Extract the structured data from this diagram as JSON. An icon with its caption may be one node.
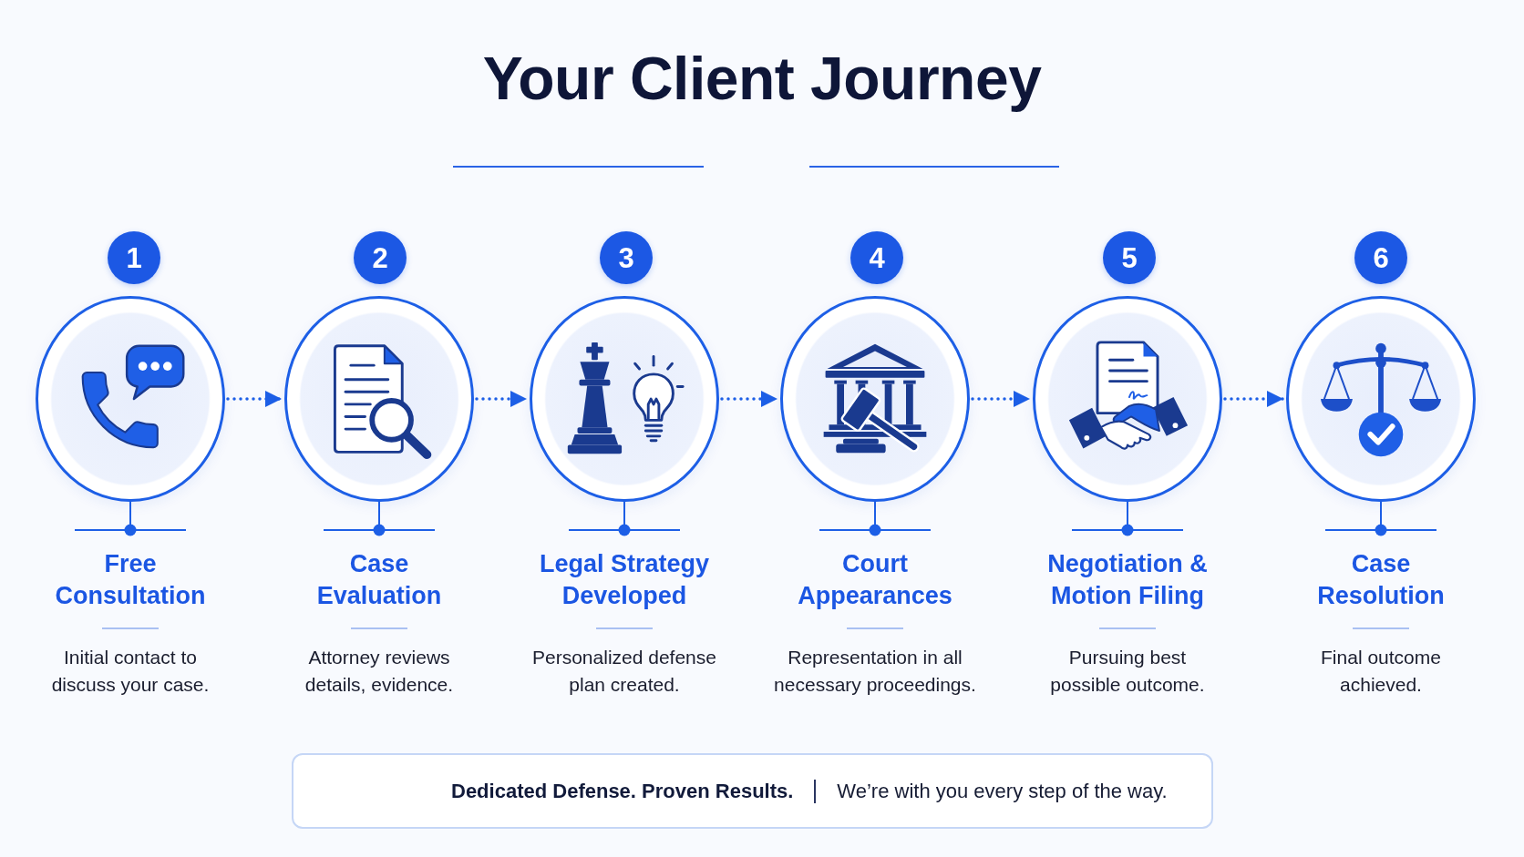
{
  "diagram": {
    "title": "Your Client Journey",
    "nodes": [
      {
        "text": [
          "1"
        ]
      },
      {
        "text": [
          "2"
        ]
      },
      {
        "text": [
          "3"
        ]
      },
      {
        "text": [
          "4"
        ]
      },
      {
        "text": [
          "5"
        ]
      },
      {
        "text": [
          "6"
        ]
      },
      {
        "text": [],
        "shape": "circle",
        "beside": [
          "Free Consultation",
          "Initial contact to discuss your case."
        ]
      },
      {
        "text": [],
        "shape": "circle",
        "beside": [
          "Case Evaluation",
          "Attorney reviews details, evidence."
        ]
      },
      {
        "text": [],
        "shape": "circle",
        "beside": [
          "Legal Strategy Developed",
          "Personalized defense plan created."
        ]
      },
      {
        "text": [],
        "shape": "circle",
        "beside": [
          "Court Appearances",
          "Representation in all necessary proceedings."
        ]
      },
      {
        "text": [],
        "shape": "circle",
        "beside": [
          "Negotiation & Motion Filing",
          "Pursuing best possible outcome."
        ]
      },
      {
        "text": [],
        "shape": "circle",
        "beside": [
          "Case Resolution",
          "Final outcome achieved."
        ]
      },
      {
        "text": [
          "Dedicated Defense. Proven Results.",
          "We’re with you every step of the way."
        ]
      }
    ],
    "edges": [
      {
        "from": 6,
        "to": 7,
        "arrow": "to"
      },
      {
        "from": 7,
        "to": 8,
        "arrow": "to"
      },
      {
        "from": 8,
        "to": 9,
        "arrow": "to"
      },
      {
        "from": 9,
        "to": 10,
        "arrow": "to"
      },
      {
        "from": 10,
        "to": 11,
        "arrow": "to"
      }
    ]
  }
}
